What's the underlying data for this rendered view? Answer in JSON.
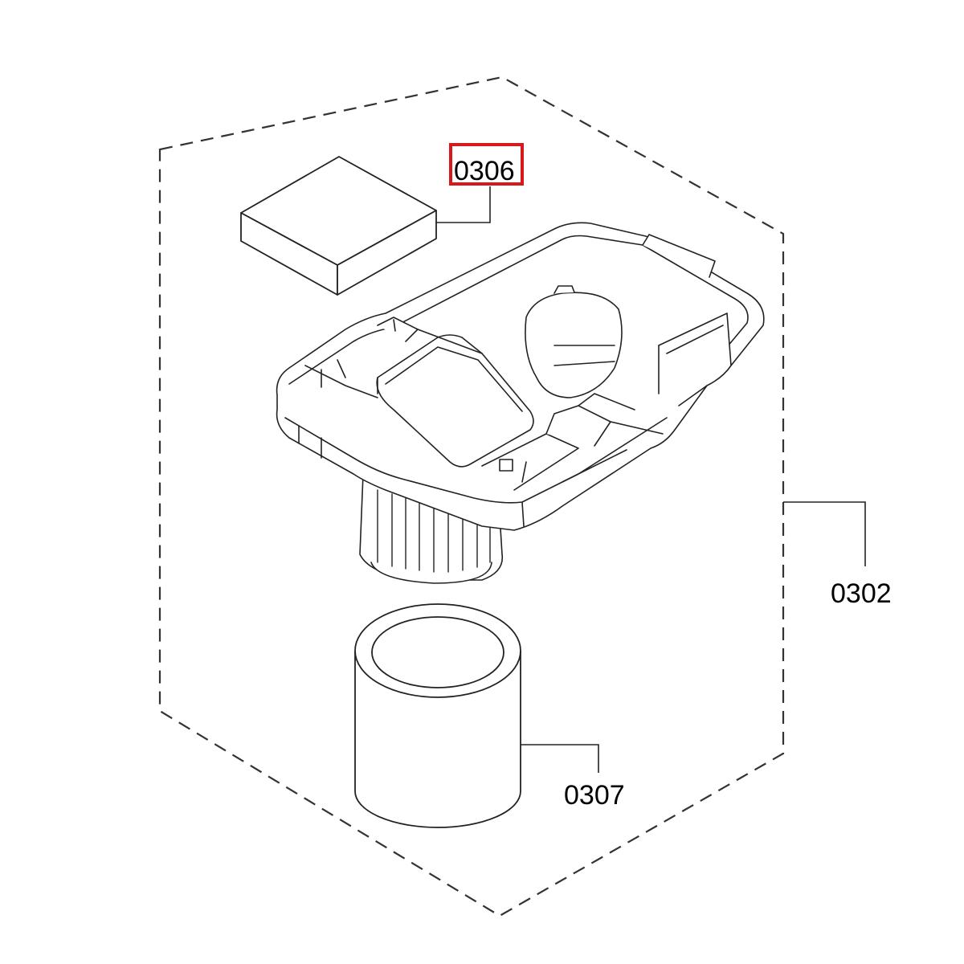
{
  "callouts": {
    "filter_pad": "0306",
    "assembly": "0302",
    "cylinder_filter": "0307"
  },
  "highlight": {
    "part": "0306",
    "color": "#d7191c"
  },
  "icons": [
    "filter-pad-part",
    "filter-cover-housing-part",
    "cylinder-filter-part",
    "dashed-assembly-outline"
  ]
}
